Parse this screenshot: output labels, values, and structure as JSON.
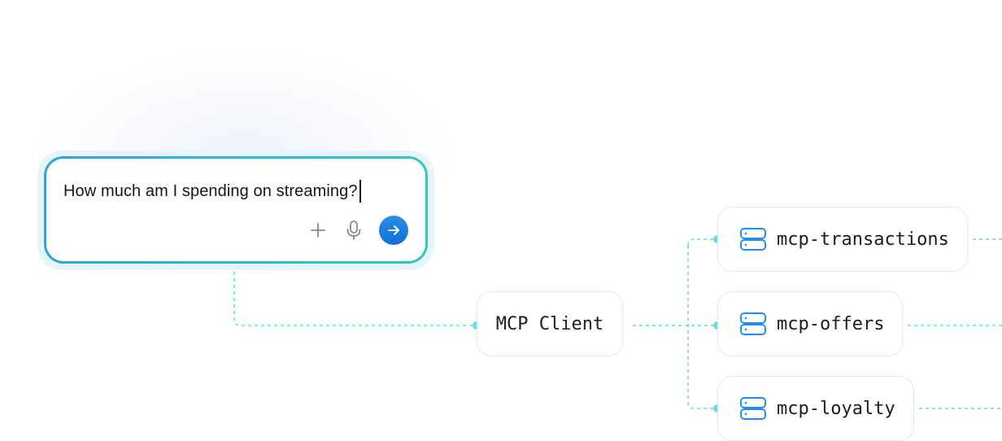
{
  "prompt": {
    "text": "How much am I spending on streaming?",
    "add_icon": "plus-icon",
    "mic_icon": "microphone-icon",
    "send_icon": "arrow-right-icon"
  },
  "client": {
    "label": "MCP Client"
  },
  "servers": [
    {
      "label": "mcp-transactions",
      "icon": "server-icon"
    },
    {
      "label": "mcp-offers",
      "icon": "server-icon"
    },
    {
      "label": "mcp-loyalty",
      "icon": "server-icon"
    }
  ],
  "colors": {
    "connector": "#63dbe8",
    "send_button": "#1a7fe0",
    "server_icon": "#1e8ff0",
    "prompt_border_start": "#2aa6dc",
    "prompt_border_end": "#2ec9bf"
  }
}
